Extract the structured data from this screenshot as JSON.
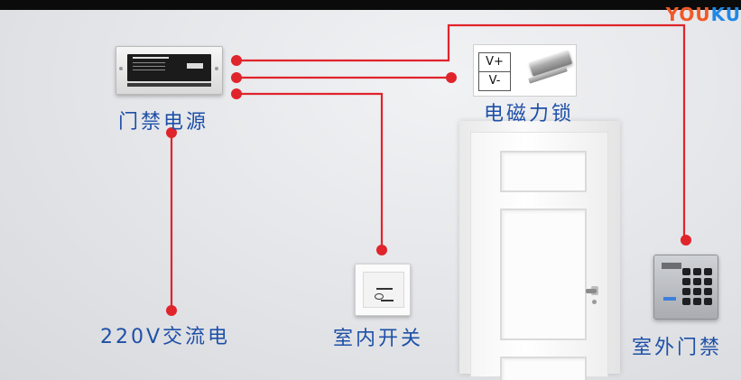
{
  "watermark": {
    "part1": "YOU",
    "part2": "KU"
  },
  "components": {
    "power_supply": {
      "label": "门禁电源"
    },
    "mag_lock": {
      "label": "电磁力锁",
      "terminal_positive": "V+",
      "terminal_negative": "V-"
    },
    "ac_input": {
      "label": "220V交流电"
    },
    "exit_button": {
      "label": "室内开关"
    },
    "outdoor_reader": {
      "label": "室外门禁"
    }
  },
  "colors": {
    "wire": "#e0242c",
    "label": "#1e50a8",
    "watermark_orange": "#f05a28",
    "watermark_blue": "#1e88e5"
  },
  "icons": [
    "power-supply-icon",
    "magnetic-lock-icon",
    "door-icon",
    "exit-button-icon",
    "keypad-icon"
  ]
}
